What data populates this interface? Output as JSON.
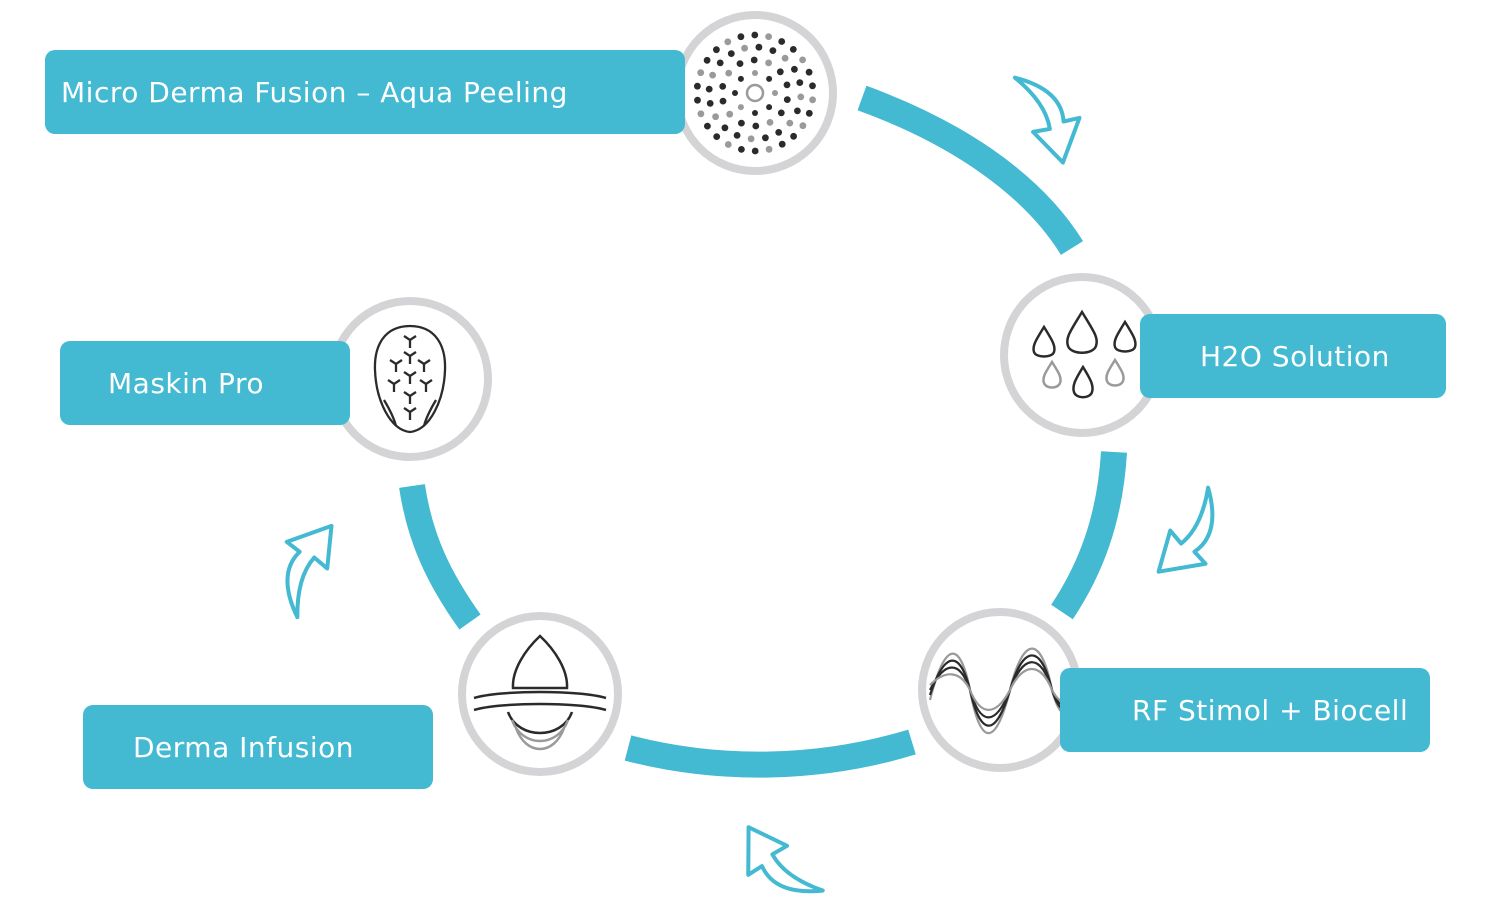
{
  "colors": {
    "accent": "#43b9d2",
    "ring": "#d4d4d7",
    "ring_fill": "#ffffff",
    "icon_dark": "#2b2b2b",
    "icon_light": "#9a9a9a"
  },
  "steps": [
    {
      "label": "Micro Derma Fusion – Aqua Peeling",
      "icon": "dotted-disc-icon"
    },
    {
      "label": "H2O Solution",
      "icon": "water-drops-icon"
    },
    {
      "label": "RF Stimol + Biocell",
      "icon": "radio-waves-icon"
    },
    {
      "label": "Derma Infusion",
      "icon": "skin-infusion-icon"
    },
    {
      "label": "Maskin Pro",
      "icon": "face-mask-icon"
    }
  ]
}
